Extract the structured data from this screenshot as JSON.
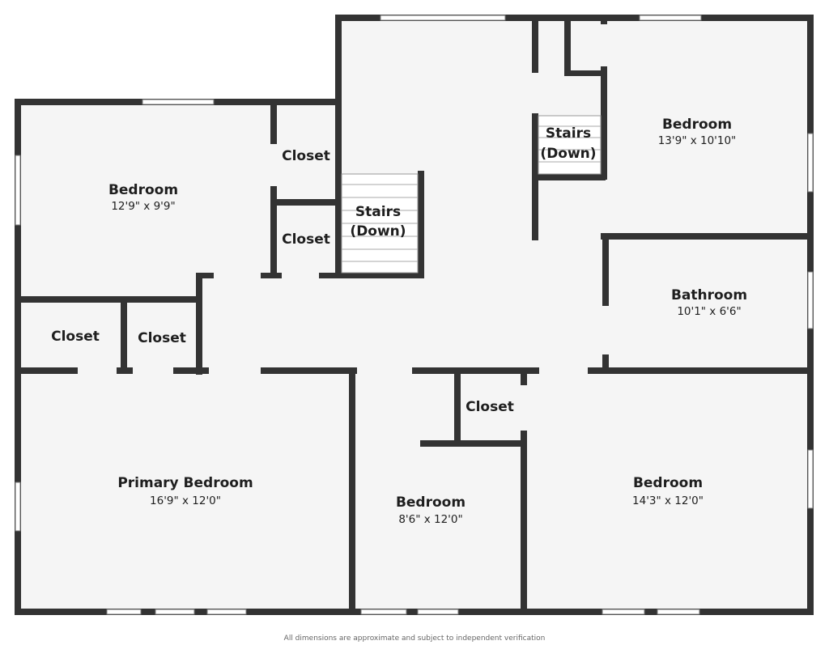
{
  "rooms": {
    "bedroom_nw": {
      "name": "Bedroom",
      "dims": "12'9\" x 9'9\""
    },
    "closet_n1": {
      "name": "Closet"
    },
    "closet_n2": {
      "name": "Closet"
    },
    "stairs_center": {
      "line1": "Stairs",
      "line2": "(Down)"
    },
    "stairs_ne": {
      "line1": "Stairs",
      "line2": "(Down)"
    },
    "bedroom_ne": {
      "name": "Bedroom",
      "dims": "13'9\" x 10'10\""
    },
    "bathroom": {
      "name": "Bathroom",
      "dims": "10'1\" x 6'6\""
    },
    "closet_w1": {
      "name": "Closet"
    },
    "closet_w2": {
      "name": "Closet"
    },
    "closet_s": {
      "name": "Closet"
    },
    "primary_bedroom": {
      "name": "Primary Bedroom",
      "dims": "16'9\" x 12'0\""
    },
    "bedroom_s": {
      "name": "Bedroom",
      "dims": "8'6\" x 12'0\""
    },
    "bedroom_se": {
      "name": "Bedroom",
      "dims": "14'3\" x 12'0\""
    }
  },
  "footnote": "All dimensions are approximate and subject to independent verification"
}
